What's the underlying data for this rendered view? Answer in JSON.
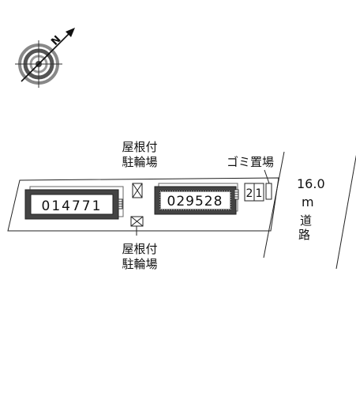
{
  "compass": {
    "north_label": "N",
    "icon": "compass-icon"
  },
  "buildings": [
    {
      "id": "014771"
    },
    {
      "id": "029528"
    }
  ],
  "labels": {
    "bicycle_top_line1": "屋根付",
    "bicycle_top_line2": "駐輪場",
    "bicycle_bottom_line1": "屋根付",
    "bicycle_bottom_line2": "駐輪場",
    "garbage": "ゴミ置場",
    "road_width": "16.0",
    "road_unit": "m",
    "road_char1": "道",
    "road_char2": "路"
  },
  "units": {
    "u2": "2",
    "u1": "1"
  },
  "colors": {
    "line": "#111111",
    "building_dark": "#444444",
    "building_light": "#ffffff"
  }
}
